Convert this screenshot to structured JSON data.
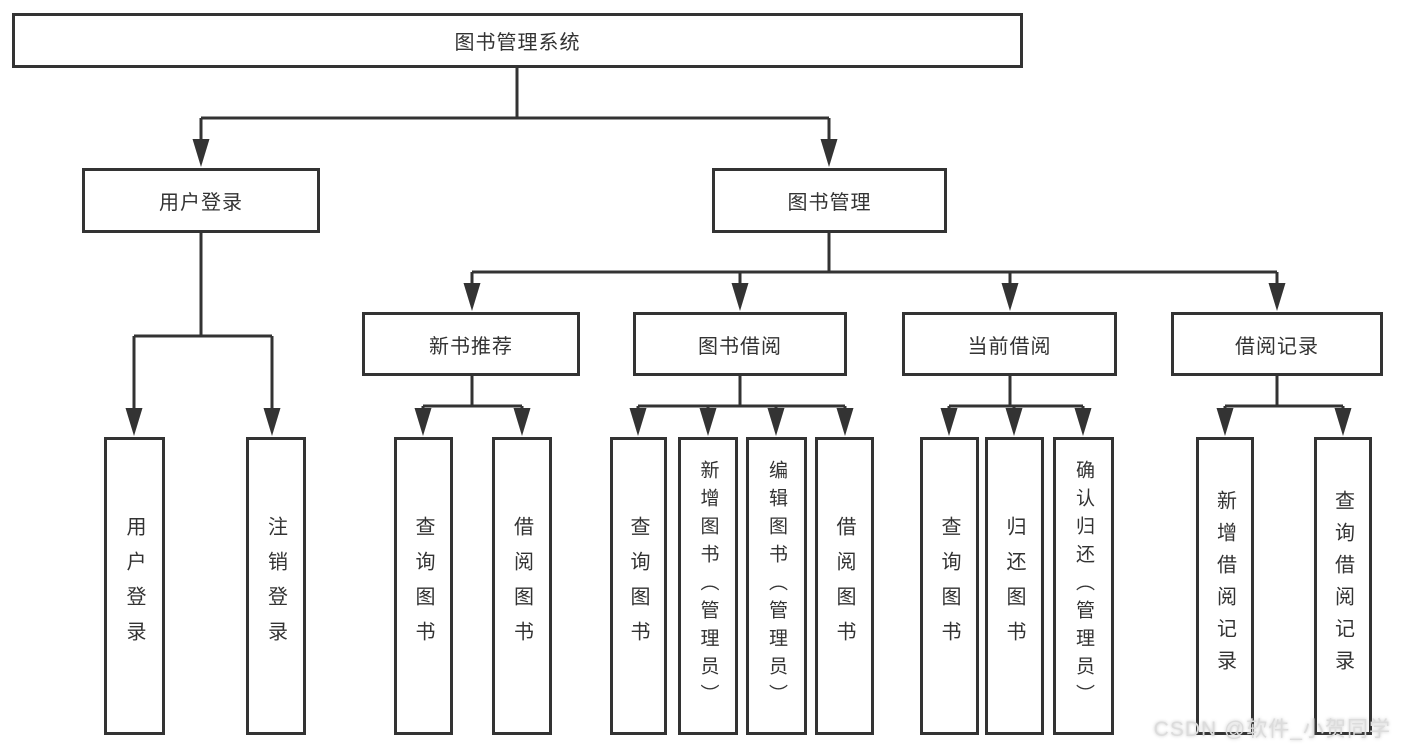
{
  "nodes": {
    "root": {
      "label": "图书管理系统"
    },
    "user_login": {
      "label": "用户登录"
    },
    "book_management": {
      "label": "图书管理"
    },
    "new_book_recommend": {
      "label": "新书推荐"
    },
    "book_borrowing": {
      "label": "图书借阅"
    },
    "current_borrowing": {
      "label": "当前借阅"
    },
    "borrowing_records": {
      "label": "借阅记录"
    },
    "leaf_user_login": {
      "label": "用户登录"
    },
    "leaf_logout": {
      "label": "注销登录"
    },
    "leaf_query_books_recommend": {
      "label": "查询图书"
    },
    "leaf_borrow_books_recommend": {
      "label": "借阅图书"
    },
    "leaf_query_books_borrowing": {
      "label": "查询图书"
    },
    "leaf_add_books_admin": {
      "label": "新增图书（管理员）"
    },
    "leaf_edit_books_admin": {
      "label": "编辑图书（管理员）"
    },
    "leaf_borrow_books_borrowing": {
      "label": "借阅图书"
    },
    "leaf_query_books_current": {
      "label": "查询图书"
    },
    "leaf_return_books": {
      "label": "归还图书"
    },
    "leaf_confirm_return_admin": {
      "label": "确认归还（管理员）"
    },
    "leaf_add_borrow_record": {
      "label": "新增借阅记录"
    },
    "leaf_query_borrow_record": {
      "label": "查询借阅记录"
    }
  },
  "hierarchy": {
    "图书管理系统": {
      "用户登录": [
        "用户登录",
        "注销登录"
      ],
      "图书管理": {
        "新书推荐": [
          "查询图书",
          "借阅图书"
        ],
        "图书借阅": [
          "查询图书",
          "新增图书（管理员）",
          "编辑图书（管理员）",
          "借阅图书"
        ],
        "当前借阅": [
          "查询图书",
          "归还图书",
          "确认归还（管理员）"
        ],
        "借阅记录": [
          "新增借阅记录",
          "查询借阅记录"
        ]
      }
    }
  },
  "watermark": {
    "text": "CSDN @软件_小贺同学"
  },
  "colors": {
    "line": "#333333",
    "text": "#333333",
    "box_background": "#ffffff",
    "page_background": "#ffffff",
    "watermark": "#dcdcdc"
  }
}
